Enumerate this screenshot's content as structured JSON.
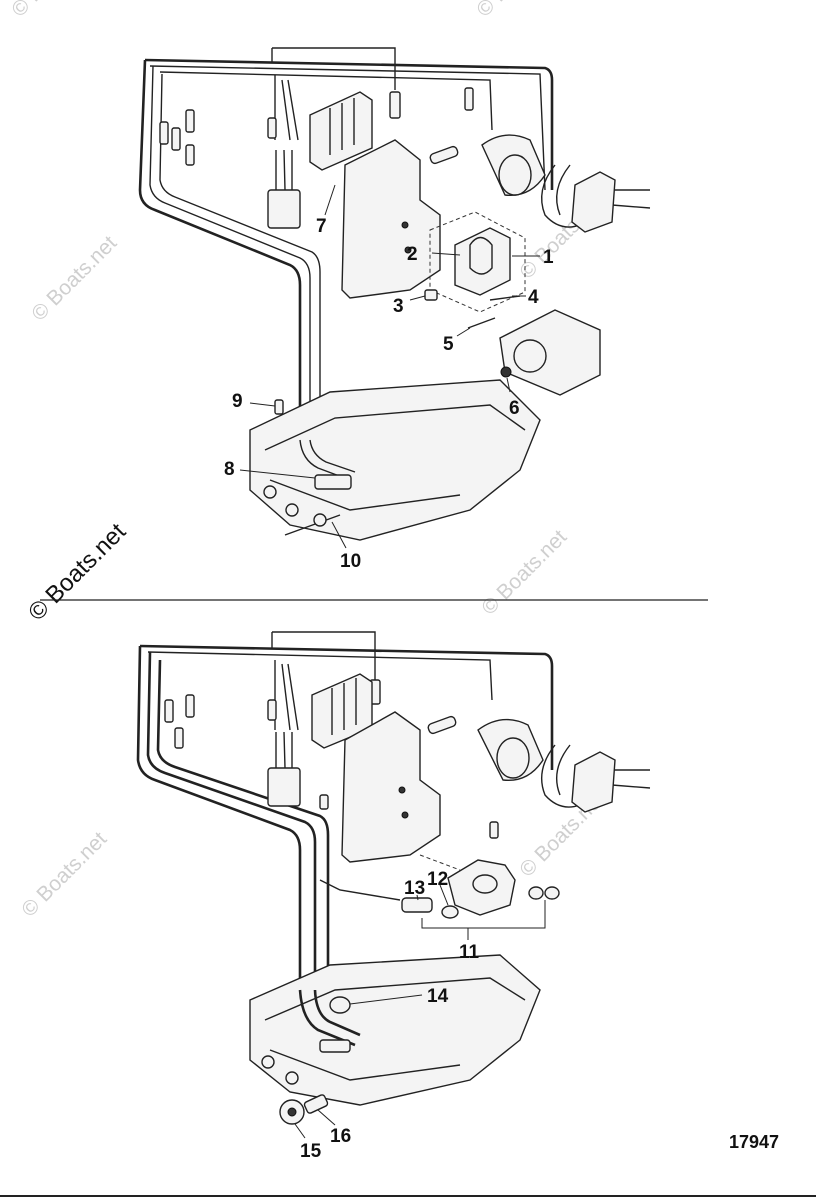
{
  "watermark": {
    "text": "© Boats.net"
  },
  "figure_number": "17947",
  "upper_view": {
    "callouts": [
      "1",
      "2",
      "3",
      "4",
      "5",
      "6",
      "7",
      "8",
      "9",
      "10"
    ]
  },
  "lower_view": {
    "callouts": [
      "11",
      "12",
      "13",
      "14",
      "15",
      "16"
    ]
  },
  "colors": {
    "line": "#222222",
    "watermark": "#cfcfcf",
    "background": "#ffffff"
  }
}
